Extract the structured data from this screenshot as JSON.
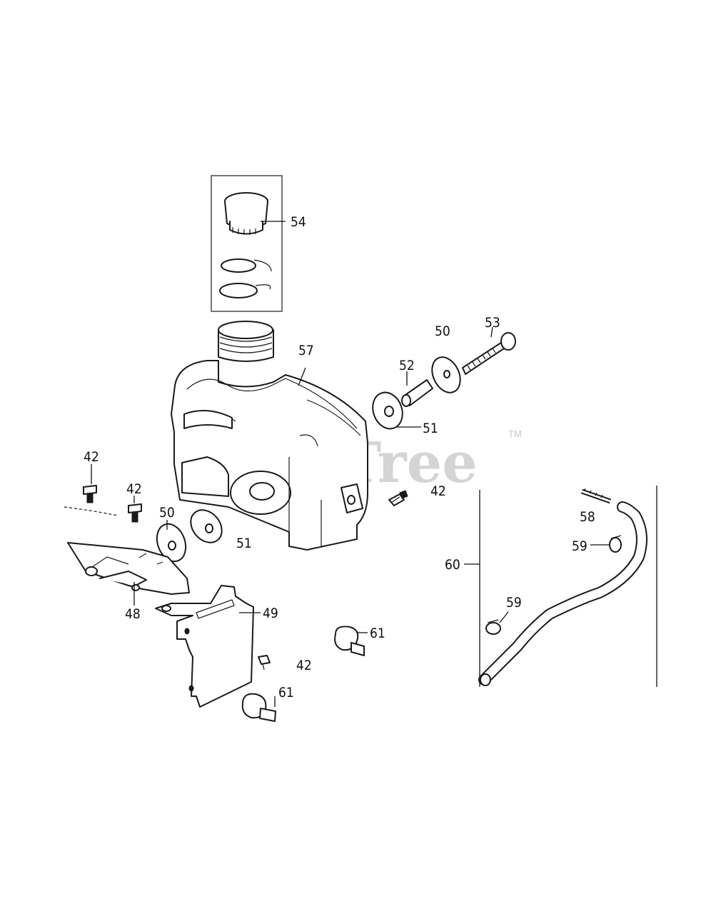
{
  "watermark": {
    "text": "PartsTree",
    "trademark": "TM"
  },
  "callouts": {
    "c42a": "42",
    "c42b": "42",
    "c42c": "42",
    "c42d": "42",
    "c48": "48",
    "c49": "49",
    "c50a": "50",
    "c50b": "50",
    "c51a": "51",
    "c51b": "51",
    "c52": "52",
    "c53": "53",
    "c54": "54",
    "c57": "57",
    "c58": "58",
    "c59a": "59",
    "c59b": "59",
    "c60": "60",
    "c61a": "61",
    "c61b": "61"
  }
}
